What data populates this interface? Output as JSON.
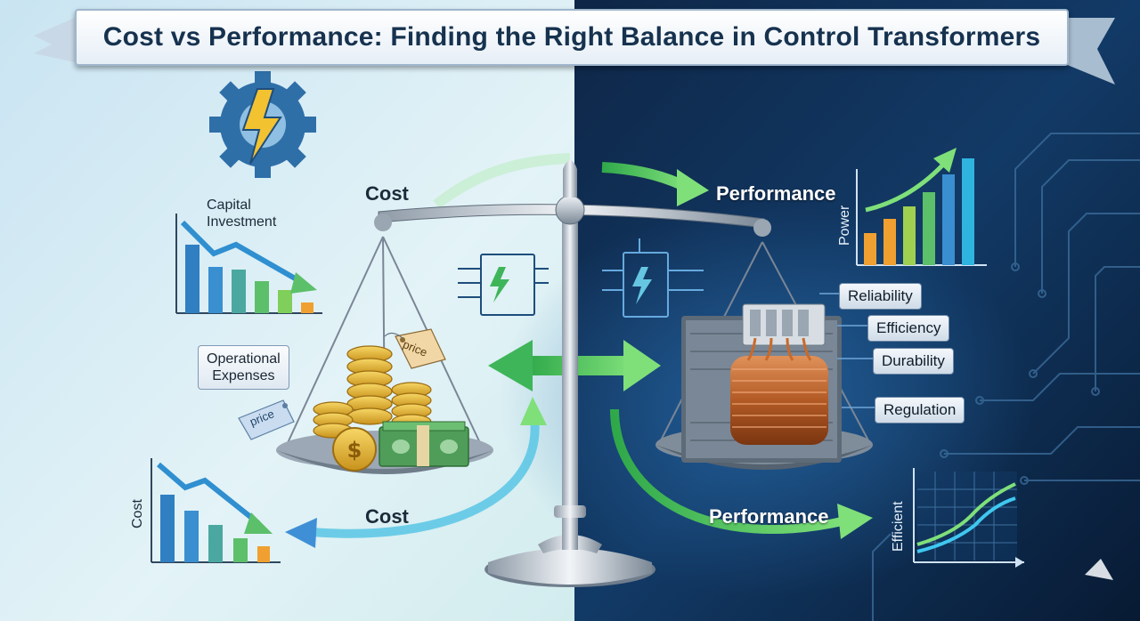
{
  "title": "Cost vs Performance: Finding the Right Balance in Control Transformers",
  "left_side": {
    "heading_top": "Cost",
    "heading_bottom": "Cost",
    "capital_investment_label": "Capital\nInvestment",
    "operational_expenses_label": "Operational\nExpenses",
    "cost_axis_label": "Cost",
    "price_tag_1": "price",
    "price_tag_2": "price"
  },
  "right_side": {
    "heading_top": "Performance",
    "heading_bottom": "Performance",
    "power_axis_label": "Power",
    "efficient_axis_label": "Efficient",
    "features": [
      "Reliability",
      "Efficiency",
      "Durability",
      "Regulation"
    ]
  },
  "colors": {
    "left_bg": "#d6ecf6",
    "right_bg": "#0d2a4c",
    "arrow_green": "#5cd65c",
    "arrow_blue": "#3f8fd6",
    "bar_blue": "#2f7fc2",
    "bar_green": "#5cbf6a",
    "bar_orange": "#f0a030"
  },
  "icons": [
    "gear-lightning-icon",
    "balance-scale-icon",
    "coins-stack-icon",
    "cash-bundle-icon",
    "price-tag-icon",
    "transformer-icon",
    "circuit-symbol-icon",
    "bidirectional-arrow-icon"
  ]
}
